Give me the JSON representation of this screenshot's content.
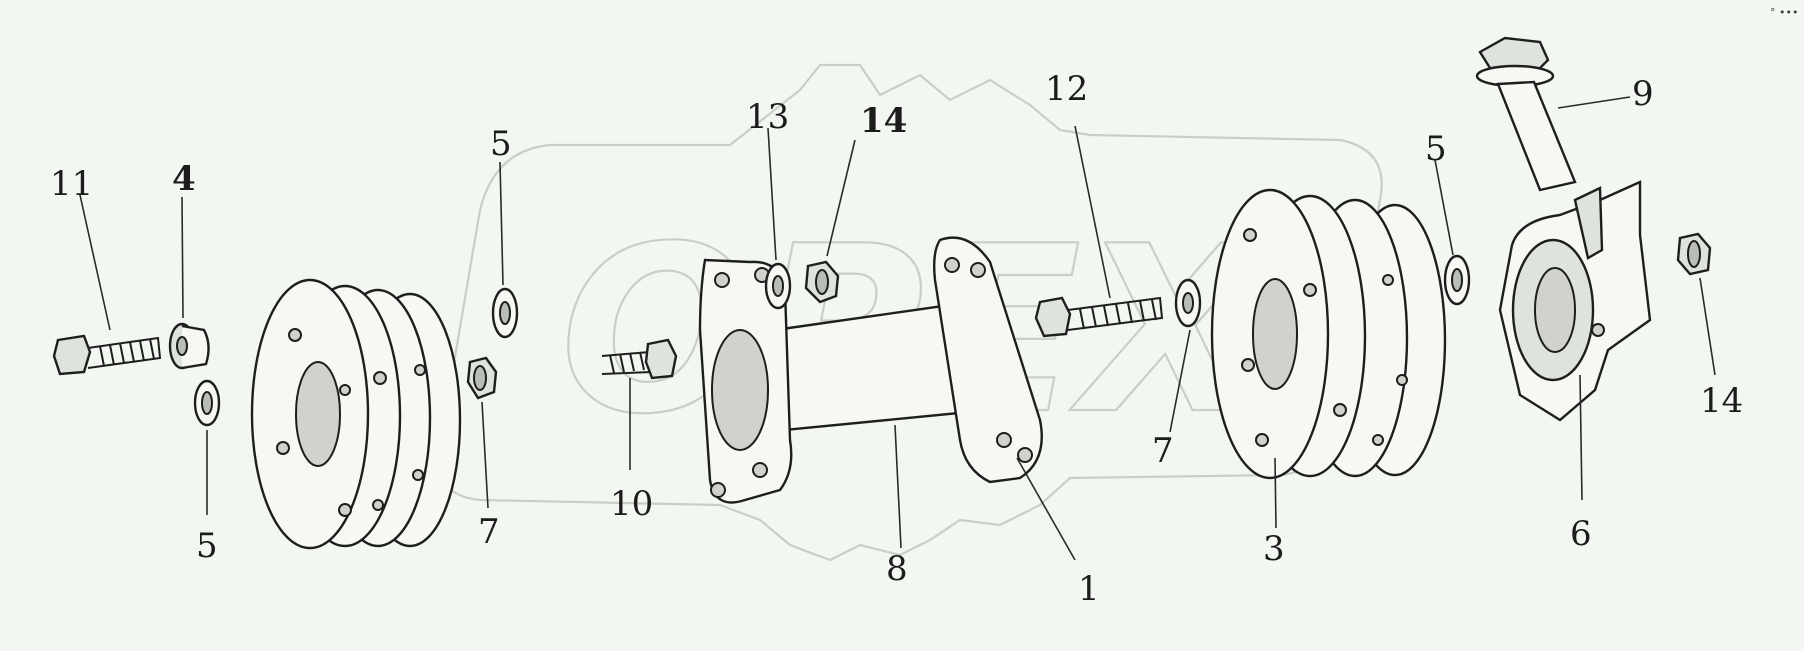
{
  "watermark_text": "OPEX",
  "corner_mark": "° •••",
  "callouts": [
    {
      "id": "c11",
      "text": "11"
    },
    {
      "id": "c4",
      "text": "4"
    },
    {
      "id": "c5a",
      "text": "5"
    },
    {
      "id": "c5b",
      "text": "5"
    },
    {
      "id": "c7a",
      "text": "7"
    },
    {
      "id": "c10",
      "text": "10"
    },
    {
      "id": "c13",
      "text": "13"
    },
    {
      "id": "c14a",
      "text": "14"
    },
    {
      "id": "c12",
      "text": "12"
    },
    {
      "id": "c8",
      "text": "8"
    },
    {
      "id": "c1",
      "text": "1"
    },
    {
      "id": "c7b",
      "text": "7"
    },
    {
      "id": "c3",
      "text": "3"
    },
    {
      "id": "c5c",
      "text": "5"
    },
    {
      "id": "c9",
      "text": "9"
    },
    {
      "id": "c14b",
      "text": "14"
    },
    {
      "id": "c6",
      "text": "6"
    }
  ]
}
